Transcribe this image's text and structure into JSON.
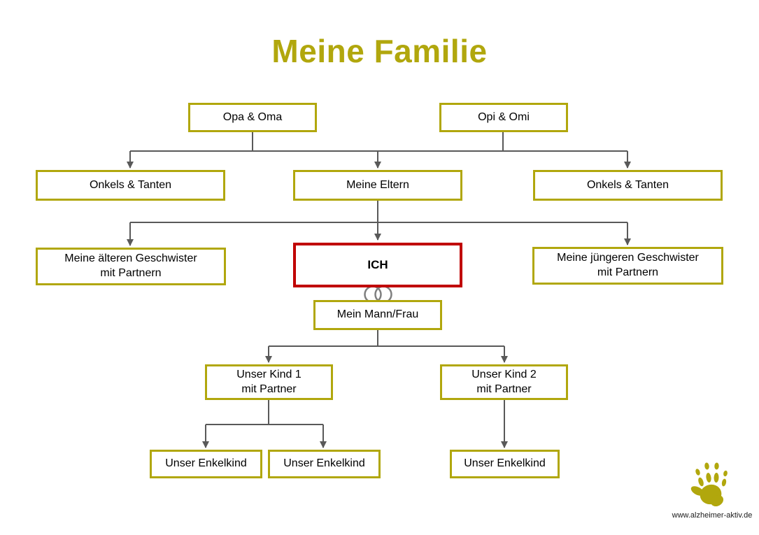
{
  "title": "Meine Familie",
  "colors": {
    "olive": "#B1A70D",
    "red": "#C00000",
    "line": "#595959",
    "ring": "#7F7F7F",
    "text": "#000000",
    "background": "#FFFFFF"
  },
  "nodes": {
    "opa_oma": {
      "label": "Opa & Oma"
    },
    "opi_omi": {
      "label": "Opi & Omi"
    },
    "onkels_tanten_links": {
      "label": "Onkels & Tanten"
    },
    "meine_eltern": {
      "label": "Meine Eltern"
    },
    "onkels_tanten_rechts": {
      "label": "Onkels & Tanten"
    },
    "aeltere_geschwister": {
      "label": "Meine älteren Geschwister\nmit Partnern"
    },
    "ich": {
      "label": "ICH"
    },
    "juengere_geschwister": {
      "label": "Meine jüngeren Geschwister\nmit Partnern"
    },
    "mann_frau": {
      "label": "Mein Mann/Frau"
    },
    "kind1": {
      "label": "Unser Kind 1\nmit Partner"
    },
    "kind2": {
      "label": "Unser Kind 2\nmit Partner"
    },
    "enkelkind1": {
      "label": "Unser Enkelkind"
    },
    "enkelkind2": {
      "label": "Unser Enkelkind"
    },
    "enkelkind3": {
      "label": "Unser Enkelkind"
    }
  },
  "icons": {
    "rings": "wedding-rings-icon",
    "logo": "handprint-logo"
  },
  "footer": {
    "url": "www.alzheimer-aktiv.de"
  }
}
